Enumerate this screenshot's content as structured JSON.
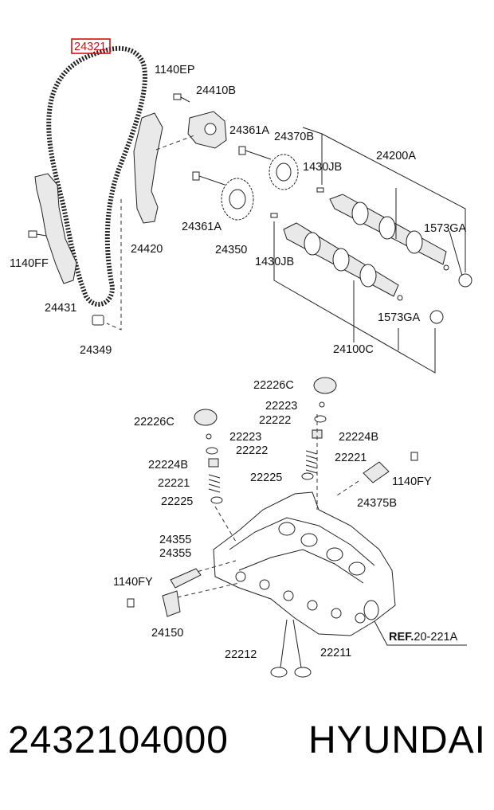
{
  "highlight_color": "#d01010",
  "labels": {
    "l24321": "24321",
    "l1140EP": "1140EP",
    "l24410B": "24410B",
    "l24361A_a": "24361A",
    "l24370B": "24370B",
    "l1430JB_a": "1430JB",
    "l24200A": "24200A",
    "l24361A_b": "24361A",
    "l1573GA_a": "1573GA",
    "l24420": "24420",
    "l24350": "24350",
    "l1430JB_b": "1430JB",
    "l1140FF": "1140FF",
    "l24431": "24431",
    "l1573GA_b": "1573GA",
    "l24349": "24349",
    "l24100C": "24100C",
    "l22226C_a": "22226C",
    "l22223_a": "22223",
    "l22222_a": "22222",
    "l22226C_b": "22226C",
    "l22224B_a": "22224B",
    "l22223_b": "22223",
    "l22222_b": "22222",
    "l22221_a": "22221",
    "l22224B_b": "22224B",
    "l22225_a": "22225",
    "l1140FY_a": "1140FY",
    "l22221_b": "22221",
    "l24375B": "24375B",
    "l22225_b": "22225",
    "l24355_a": "24355",
    "l24355_b": "24355",
    "l1140FY_b": "1140FY",
    "l24150": "24150",
    "ref_prefix": "REF.",
    "ref_value": "20-221A",
    "l22212": "22212",
    "l22211": "22211"
  },
  "footer": {
    "part_number": "2432104000",
    "brand": "HYUNDAI"
  }
}
